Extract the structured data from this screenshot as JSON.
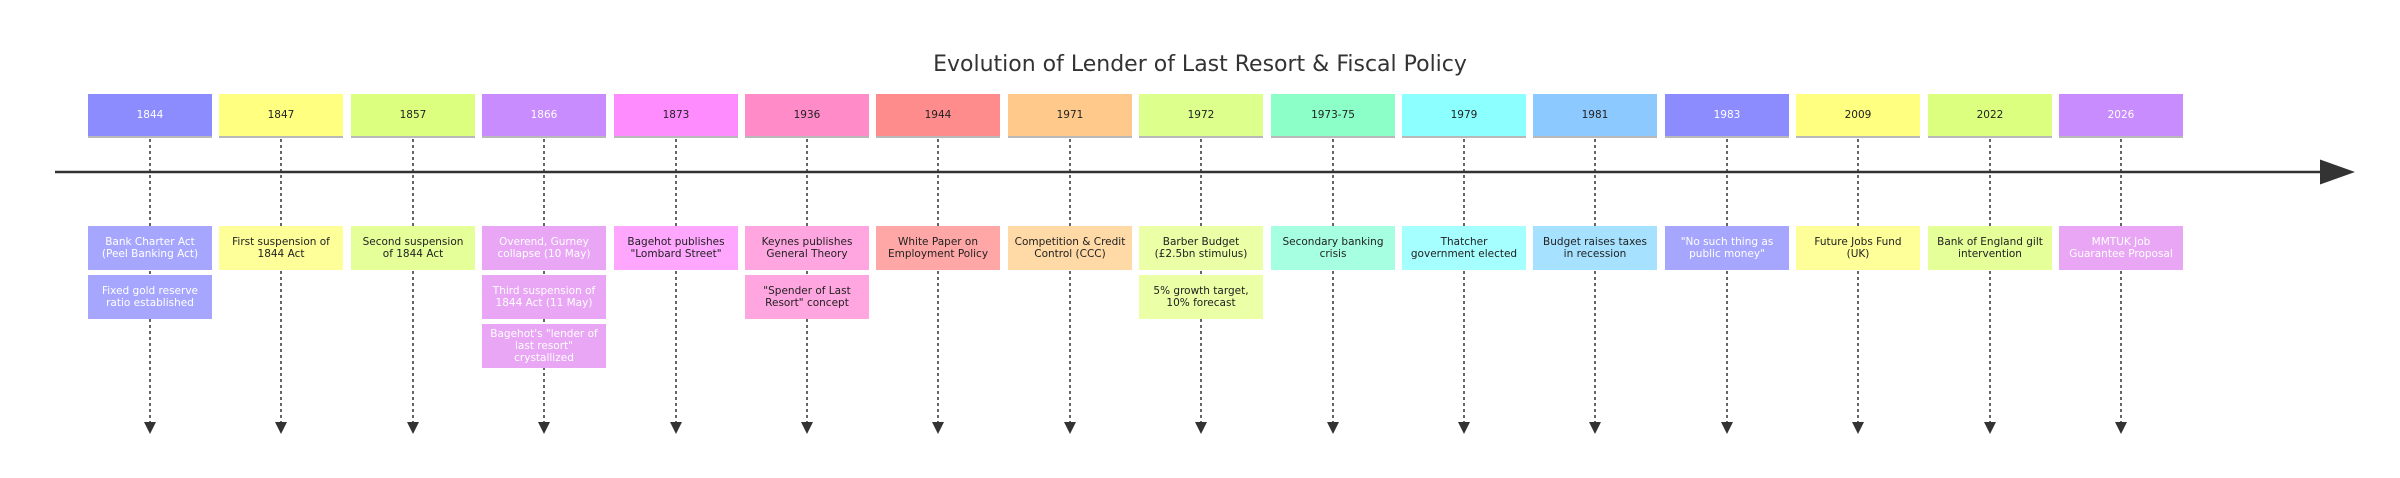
{
  "title": "Evolution of Lender of Last Resort & Fiscal Policy",
  "periods": [
    {
      "label": "1844",
      "color": "#8C8CFF",
      "light": true,
      "events": [
        {
          "text": "Bank Charter Act (Peel Banking Act)",
          "color": "#A6A6FF",
          "light": true
        },
        {
          "text": "Fixed gold reserve ratio established",
          "color": "#A6A6FF",
          "light": true
        }
      ]
    },
    {
      "label": "1847",
      "color": "#FFFF80",
      "light": false,
      "events": [
        {
          "text": "First suspension of 1844 Act",
          "color": "#FFFF99",
          "light": false
        }
      ]
    },
    {
      "label": "1857",
      "color": "#DDFF80",
      "light": false,
      "events": [
        {
          "text": "Second suspension of 1844 Act",
          "color": "#E5FF99",
          "light": false
        }
      ]
    },
    {
      "label": "1866",
      "color": "#C98CFF",
      "light": true,
      "events": [
        {
          "text": "Overend, Gurney collapse (10 May)",
          "color": "#E8A6F5",
          "light": true
        },
        {
          "text": "Third suspension of 1844 Act (11 May)",
          "color": "#E8A6F5",
          "light": true
        },
        {
          "text": "Bagehot's \"lender of last resort\" crystallized",
          "color": "#E8A6F5",
          "light": true
        }
      ]
    },
    {
      "label": "1873",
      "color": "#FF8CFF",
      "light": false,
      "events": [
        {
          "text": "Bagehot publishes \"Lombard Street\"",
          "color": "#FFA6FF",
          "light": false
        }
      ]
    },
    {
      "label": "1936",
      "color": "#FF8CC9",
      "light": false,
      "events": [
        {
          "text": "Keynes publishes General Theory",
          "color": "#FFA6E1",
          "light": false
        },
        {
          "text": "\"Spender of Last Resort\" concept",
          "color": "#FFA6E1",
          "light": false
        }
      ]
    },
    {
      "label": "1944",
      "color": "#FF8C8C",
      "light": false,
      "events": [
        {
          "text": "White Paper on Employment Policy",
          "color": "#FFA6A6",
          "light": false
        }
      ]
    },
    {
      "label": "1971",
      "color": "#FFC98C",
      "light": false,
      "events": [
        {
          "text": "Competition & Credit Control (CCC)",
          "color": "#FFD9A6",
          "light": false
        }
      ]
    },
    {
      "label": "1972",
      "color": "#DDFF8C",
      "light": false,
      "events": [
        {
          "text": "Barber Budget (£2.5bn stimulus)",
          "color": "#EAFFA6",
          "light": false
        },
        {
          "text": "5% growth target, 10% forecast",
          "color": "#EAFFA6",
          "light": false
        }
      ]
    },
    {
      "label": "1973-75",
      "color": "#8CFFC9",
      "light": false,
      "events": [
        {
          "text": "Secondary banking crisis",
          "color": "#A6FFE1",
          "light": false
        }
      ]
    },
    {
      "label": "1979",
      "color": "#8CFFFF",
      "light": false,
      "events": [
        {
          "text": "Thatcher government elected",
          "color": "#A6FFFF",
          "light": false
        }
      ]
    },
    {
      "label": "1981",
      "color": "#8CC9FF",
      "light": false,
      "events": [
        {
          "text": "Budget raises taxes in recession",
          "color": "#A6E1FF",
          "light": false
        }
      ]
    },
    {
      "label": "1983",
      "color": "#8C8CFF",
      "light": true,
      "events": [
        {
          "text": "\"No such thing as public money\"",
          "color": "#A6A6FF",
          "light": true
        }
      ]
    },
    {
      "label": "2009",
      "color": "#FFFF80",
      "light": false,
      "events": [
        {
          "text": "Future Jobs Fund (UK)",
          "color": "#FFFF99",
          "light": false
        }
      ]
    },
    {
      "label": "2022",
      "color": "#DDFF80",
      "light": false,
      "events": [
        {
          "text": "Bank of England gilt intervention",
          "color": "#E5FF99",
          "light": false
        }
      ]
    },
    {
      "label": "2026",
      "color": "#C98CFF",
      "light": true,
      "events": [
        {
          "text": "MMTUK Job Guarantee Proposal",
          "color": "#E8A6F5",
          "light": true
        }
      ]
    }
  ]
}
